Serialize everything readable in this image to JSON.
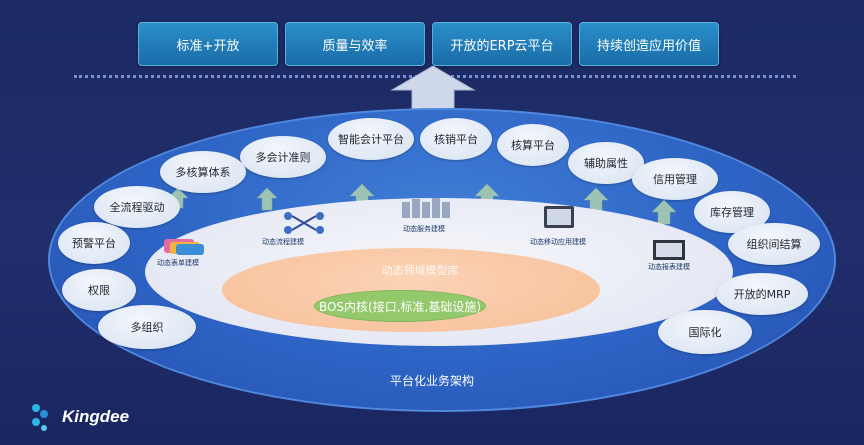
{
  "top_buttons": [
    "标准+开放",
    "质量与效率",
    "开放的ERP云平台",
    "持续创造应用价值"
  ],
  "bubbles": {
    "multi_account": "多会计准则",
    "smart_accounting": "智能会计平台",
    "verify": "核销平台",
    "accounting": "核算平台",
    "multi_system": "多核算体系",
    "aux": "辅助属性",
    "credit": "信用管理",
    "process": "全流程驱动",
    "inventory": "库存管理",
    "alert": "预警平台",
    "intercompany": "组织间结算",
    "permission": "权限",
    "mrp": "开放的MRP",
    "multi_org": "多组织",
    "intl": "国际化"
  },
  "modules": {
    "form": "动态表单建模",
    "flow": "动态流程建模",
    "service": "动态服务建模",
    "mobile": "动态移动应用建模",
    "report": "动态报表建模"
  },
  "core_label": "动态领域模型库",
  "bos_label": "BOS内核(接口,标准,基础设施)",
  "ground_label": "平台化业务架构",
  "brand": "Kingdee",
  "colors": {
    "accent": "#2a8fc9",
    "core": "#f7bf98",
    "bos": "#93c86b"
  }
}
